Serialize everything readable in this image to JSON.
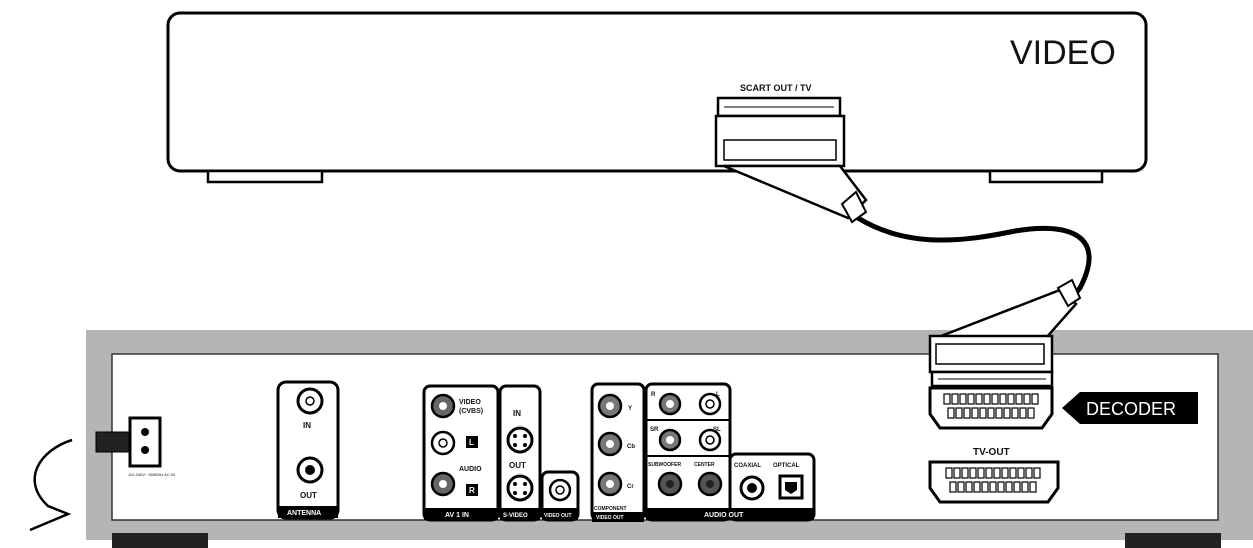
{
  "vcr": {
    "title": "VIDEO",
    "scart_label": "SCART OUT / TV"
  },
  "panel": {
    "power_label": "110-240V~ 50/60Hz AC IN",
    "antenna": {
      "in": "IN",
      "out": "OUT",
      "label": "ANTENNA"
    },
    "av_in": {
      "video": "VIDEO",
      "cvbs": "(CVBS)",
      "audio": "AUDIO",
      "l": "L",
      "r": "R",
      "label": "AV 1 IN"
    },
    "svideo": {
      "in": "IN",
      "out": "OUT",
      "label": "S-VIDEO"
    },
    "video_out": {
      "label": "VIDEO OUT"
    },
    "component": {
      "y": "Y",
      "cb": "Cb",
      "cr": "Cr",
      "label_1": "COMPONENT",
      "label_2": "VIDEO OUT"
    },
    "audio_out": {
      "r": "R",
      "l": "L",
      "sr": "SR",
      "sl": "SL",
      "subwoofer": "SUBWOOFER",
      "center": "CENTER",
      "coaxial": "COAXIAL",
      "optical": "OPTICAL",
      "label": "AUDIO OUT"
    },
    "decoder_label": "DECODER",
    "tvout_label": "TV-OUT"
  }
}
